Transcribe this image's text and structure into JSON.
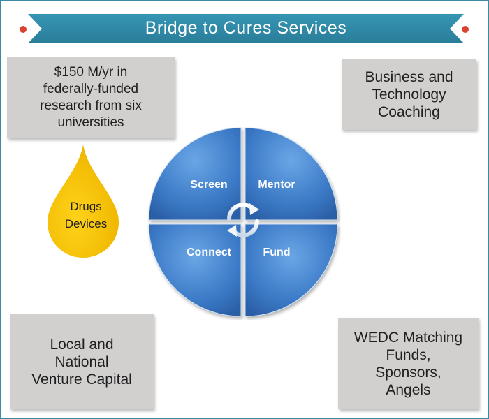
{
  "title": "Bridge to Cures Services",
  "boxes": {
    "research": "$150 M/yr in\nfederally-funded\nresearch from six\nuniversities",
    "coaching": "Business and\nTechnology\nCoaching",
    "venture_capital": "Local and\nNational\nVenture Capital",
    "wedc": "WEDC Matching\nFunds,\nSponsors,\nAngels"
  },
  "drop": {
    "line1": "Drugs",
    "line2": "Devices"
  },
  "cycle": {
    "screen": "Screen",
    "mentor": "Mentor",
    "connect": "Connect",
    "fund": "Fund"
  },
  "colors": {
    "banner": "#2f8aa8",
    "accent_dot": "#d8432e",
    "box_fill": "#d1d0ce",
    "drop": "#f5c400",
    "circle": "#3f7fce"
  },
  "icons": {
    "cycle": "circular-arrows-icon"
  }
}
